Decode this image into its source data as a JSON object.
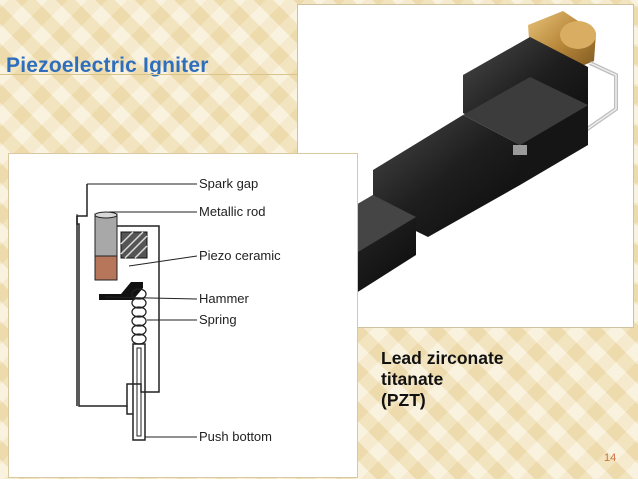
{
  "slide": {
    "title": "Piezoelectric Igniter",
    "page_number": "14"
  },
  "diagram": {
    "labels": {
      "spark_gap": "Spark gap",
      "metallic_rod": "Metallic rod",
      "piezo_ceramic": "Piezo ceramic",
      "hammer": "Hammer",
      "spring": "Spring",
      "push_bottom": "Push bottom"
    }
  },
  "caption": {
    "line1": "Lead zirconate",
    "line2": "titanate",
    "line3": "(PZT)"
  }
}
